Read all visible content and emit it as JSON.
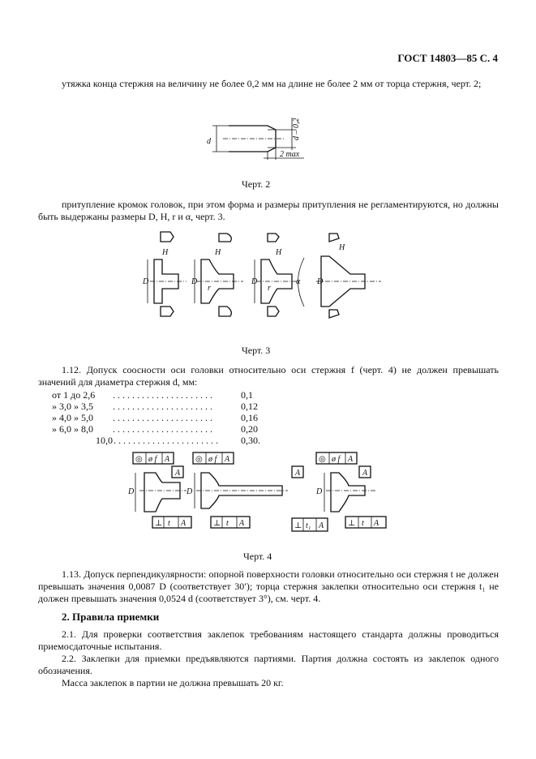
{
  "header": {
    "title": "ГОСТ 14803—85 С. 4"
  },
  "paragraphs": {
    "p1": "утяжка конца стержня на величину не более 0,2 мм на длине не более 2 мм от торца стержня, черт. 2;",
    "p2": "притупление кромок головок, при этом форма и размеры притупления не регламентируются, но должны быть выдержаны размеры D, H, r и α, черт. 3.",
    "p3": "1.12. Допуск соосности оси головки относительно оси стержня f (черт. 4) не должен превышать значений для диаметра стержня d, мм:",
    "p4": "1.13. Допуск перпендикулярности: опорной поверхности головки относительно оси стержня t не должен превышать значения 0,0087 D (соответствует 30′); торца стержня заклепки относительно оси стержня t₁ не должен превышать значения 0,0524 d (соответствует 3°), см. черт. 4.",
    "p5": "2.1. Для проверки соответствия заклепок требованиям настоящего стандарта должны проводиться приемосдаточные испытания.",
    "p6": "2.2. Заклепки для приемки предъявляются партиями. Партия должна состоять из заклепок одного обозначения.",
    "p7": "Масса заклепок в партии не должна превышать 20 кг."
  },
  "captions": {
    "fig2": "Черт. 2",
    "fig3": "Черт. 3",
    "fig4": "Черт. 4"
  },
  "section": {
    "title": "2. Правила приемки"
  },
  "tolerance_table": [
    {
      "range": "от 1   до 2,6",
      "dots": ". . . . . . . . . . . . . . . . . . . . .",
      "value": "0,1"
    },
    {
      "range": "» 3,0 » 3,5",
      "dots": ". . . . . . . . . . . . . . . . . . . . .",
      "value": "0,12"
    },
    {
      "range": "» 4,0 » 5,0",
      "dots": ". . . . . . . . . . . . . . . . . . . . .",
      "value": "0,16"
    },
    {
      "range": "» 6,0 » 8,0",
      "dots": ". . . . . . . . . . . . . . . . . . . . .",
      "value": "0,20"
    },
    {
      "range": "10,0",
      "dots": ". . . . . . . . . . . . . . . . . . . . . .",
      "value": "0,30."
    }
  ],
  "fig_labels": {
    "d": "d",
    "d_minus": "d – 0,2",
    "two_max": "2 max",
    "D": "D",
    "H": "H",
    "r": "r",
    "alpha": "α",
    "A": "A",
    "f": "ø f",
    "perp": "⊥",
    "t": "t",
    "t1": "t₁",
    "coax": "◎"
  }
}
